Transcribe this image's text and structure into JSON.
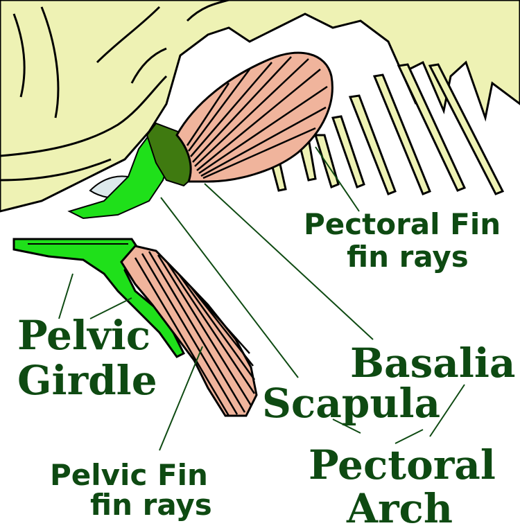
{
  "colors": {
    "body": "#eef2b4",
    "bone_green": "#1fe01a",
    "bone_dark": "#3f7a10",
    "pale_blue": "#dde9ec",
    "fin_pink": "#f0b49c",
    "outline": "#000000",
    "label": "#0e4a12"
  },
  "labels": {
    "pectoral_fin_rays": [
      "Pectoral Fin",
      "fin rays"
    ],
    "pelvic_girdle": [
      "Pelvic",
      "Girdle"
    ],
    "basalia": "Basalia",
    "scapula": "Scapula",
    "pelvic_fin_rays": [
      "Pelvic Fin",
      "fin rays"
    ],
    "pectoral_arch": [
      "Pectoral",
      "Arch"
    ]
  }
}
